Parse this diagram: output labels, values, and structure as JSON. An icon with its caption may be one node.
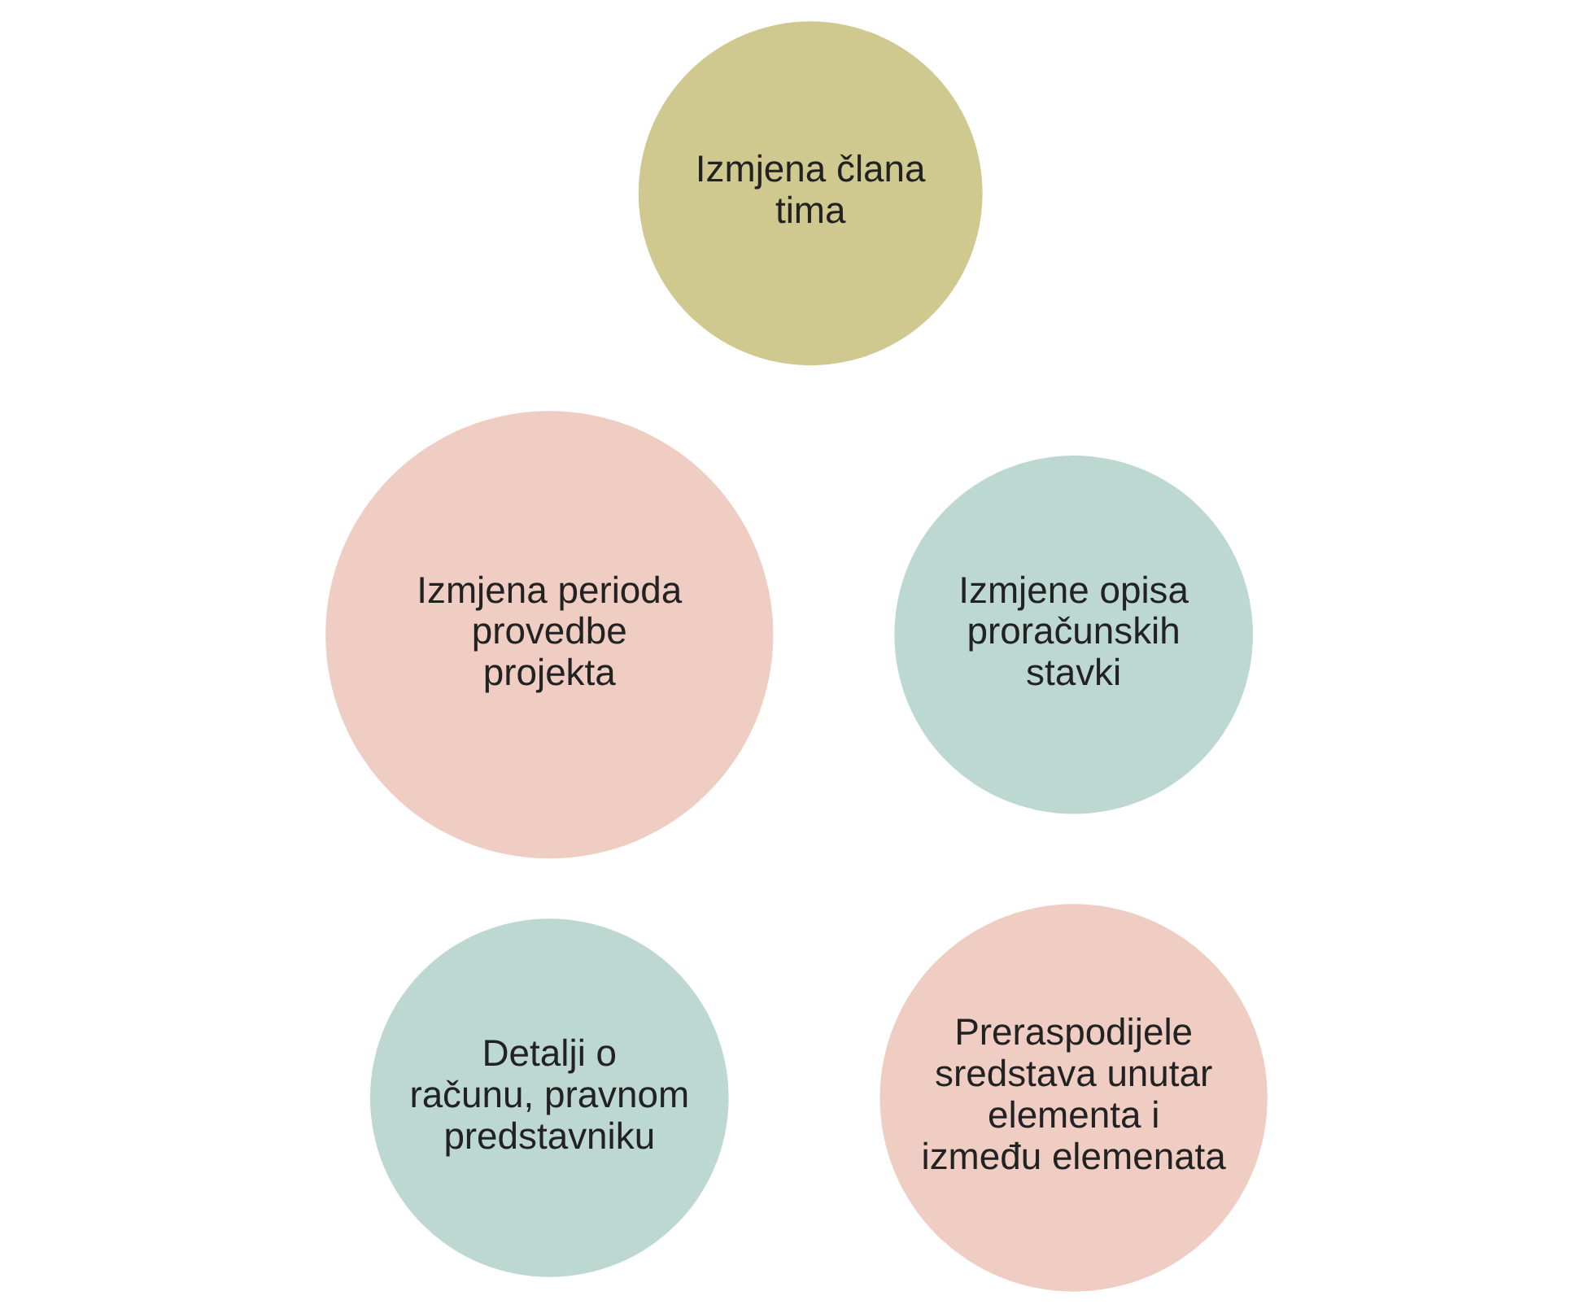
{
  "diagram": {
    "nodes": [
      {
        "text": [
          "Izmjena člana tima"
        ]
      },
      {
        "text": [
          "Izmjena perioda provedbe projekta"
        ]
      },
      {
        "text": [
          "Izmjene opisa proračunskih stavki"
        ]
      },
      {
        "text": [
          "Detalji o računu, pravnom predstavniku"
        ]
      },
      {
        "text": [
          "Preraspodijele sredstava unutar elementa i između elemenata"
        ]
      }
    ]
  }
}
